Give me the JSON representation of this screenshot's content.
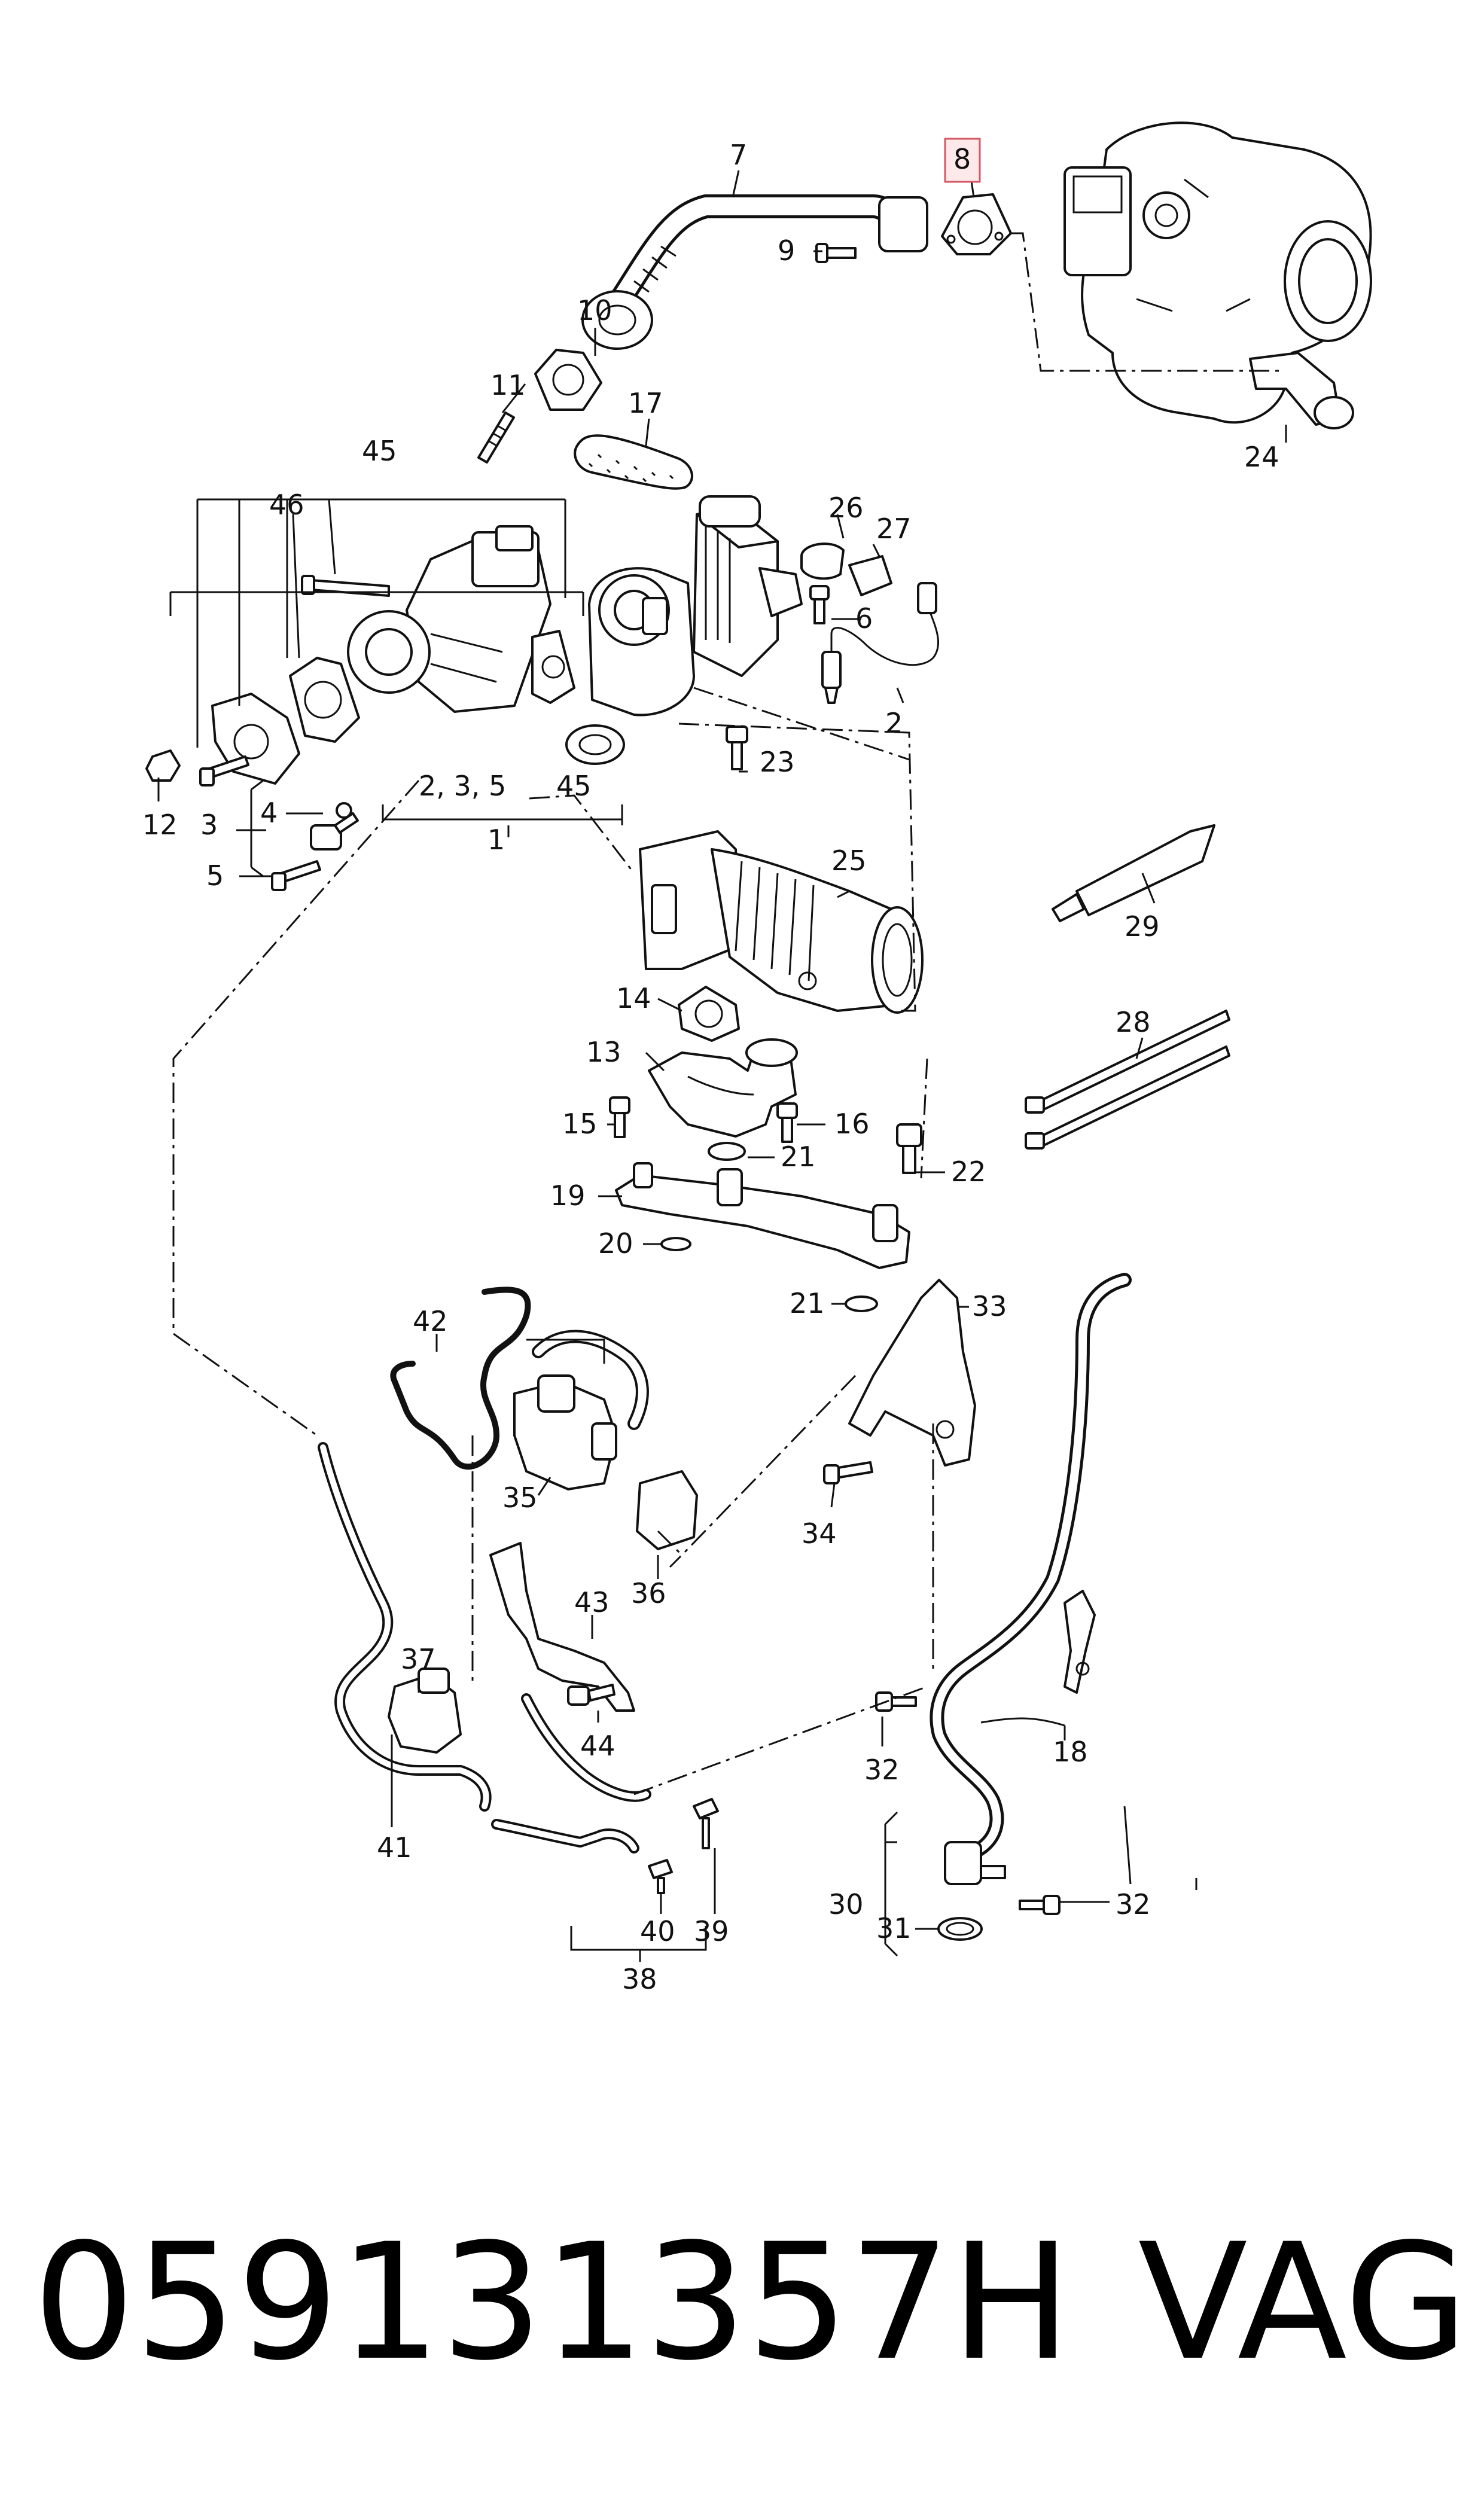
{
  "labels": {
    "l1": "1",
    "l2": "2",
    "l3": "3",
    "l4": "4",
    "l5": "5",
    "l6": "6",
    "l7": "7",
    "l8": "8",
    "l9": "9",
    "l10": "10",
    "l11": "11",
    "l12": "12",
    "l13": "13",
    "l14": "14",
    "l15": "15",
    "l16": "16",
    "l17": "17",
    "l18": "18",
    "l19": "19",
    "l20": "20",
    "l21a": "21",
    "l21b": "21",
    "l22": "22",
    "l23": "23",
    "l24": "24",
    "l25": "25",
    "l26": "26",
    "l27": "27",
    "l28": "28",
    "l29": "29",
    "l30": "30",
    "l31": "31",
    "l32a": "32",
    "l32b": "32",
    "l33": "33",
    "l34": "34",
    "l35": "35",
    "l36": "36",
    "l37": "37",
    "l38": "38",
    "l39": "39",
    "l40": "40",
    "l41": "41",
    "l42": "42",
    "l43": "43",
    "l44": "44",
    "l45a": "45",
    "l45b": "45",
    "l46": "46",
    "l235": "2, 3, 5"
  },
  "highlighted_label": "8",
  "footer": {
    "part_number": "059131357H",
    "brand": "VAG"
  }
}
